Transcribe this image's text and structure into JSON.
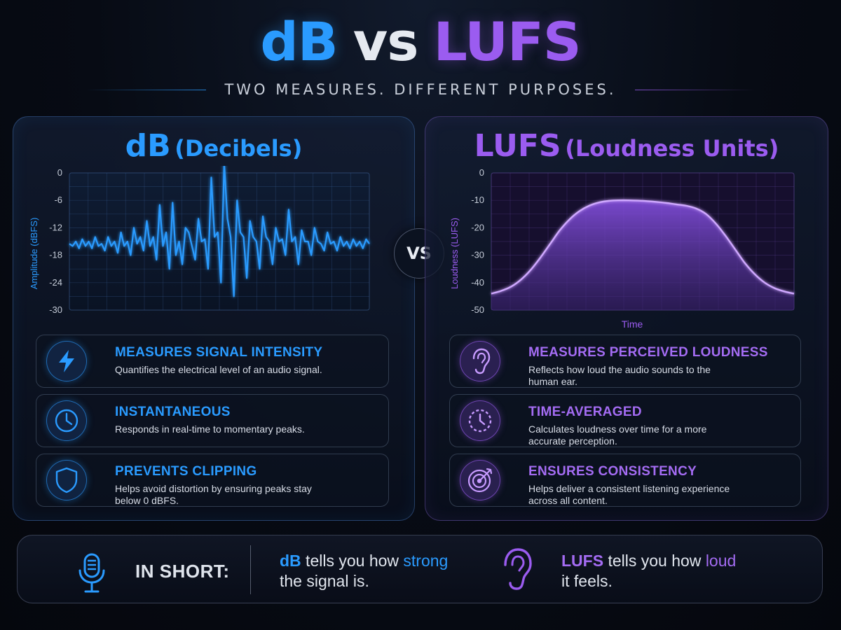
{
  "header": {
    "title_db": "dB",
    "title_vs": "vs",
    "title_lufs": "LUFS",
    "subtitle": "TWO MEASURES. DIFFERENT PURPOSES."
  },
  "colors": {
    "db_accent": "#2a9bff",
    "lufs_accent": "#9b5cf0",
    "background": "#070b14"
  },
  "vs_badge": "VS",
  "db_panel": {
    "title_main": "dB",
    "title_sub": "(Decibels)",
    "chart_data": {
      "type": "line",
      "ylabel": "Amplitude (dBFS)",
      "xlabel": "",
      "ylim": [
        -30,
        0
      ],
      "yticks": [
        0,
        -6,
        -12,
        -18,
        -24,
        -30
      ],
      "grid": true,
      "series": [
        {
          "values": [
            -15.5,
            -16,
            -15,
            -16.5,
            -14.5,
            -16,
            -15,
            -16.5,
            -14,
            -16,
            -15.5,
            -17,
            -14,
            -16,
            -15,
            -17.5,
            -13,
            -16,
            -15,
            -18,
            -12,
            -15.5,
            -14,
            -17,
            -10.5,
            -16,
            -14,
            -19,
            -7,
            -16,
            -13,
            -21,
            -6.5,
            -18,
            -15,
            -20,
            -12,
            -13,
            -16,
            -19,
            -10,
            -15,
            -14.5,
            -21,
            -1,
            -14,
            -13,
            -24,
            2,
            -10,
            -14,
            -27,
            -6,
            -13,
            -14,
            -23,
            -10.5,
            -14,
            -15,
            -21,
            -9.5,
            -14,
            -15,
            -20,
            -12,
            -15,
            -14.5,
            -18,
            -8,
            -15,
            -14,
            -20,
            -12.5,
            -15,
            -15,
            -18,
            -12,
            -15,
            -15.5,
            -17,
            -13,
            -15.5,
            -15,
            -17,
            -14,
            -16,
            -15,
            -16.5,
            -14.5,
            -16,
            -15,
            -16.5,
            -14.5,
            -15.5
          ]
        }
      ]
    },
    "cards": [
      {
        "icon": "lightning-icon",
        "title": "MEASURES SIGNAL INTENSITY",
        "desc": "Quantifies the electrical level of an audio signal."
      },
      {
        "icon": "clock-icon",
        "title": "INSTANTANEOUS",
        "desc": "Responds in real-time to momentary peaks."
      },
      {
        "icon": "shield-icon",
        "title": "PREVENTS CLIPPING",
        "desc": "Helps avoid distortion by ensuring peaks stay below 0 dBFS."
      }
    ]
  },
  "lufs_panel": {
    "title_main": "LUFS",
    "title_sub": "(Loudness Units)",
    "chart_data": {
      "type": "area",
      "ylabel": "Loudness (LUFS)",
      "xlabel": "Time",
      "ylim": [
        -50,
        0
      ],
      "yticks": [
        0,
        -10,
        -20,
        -30,
        -40,
        -50
      ],
      "grid": true,
      "series": [
        {
          "values": [
            -44,
            -43,
            -41.5,
            -39,
            -35.5,
            -31,
            -26,
            -21,
            -17,
            -14,
            -12,
            -10.8,
            -10.2,
            -10,
            -10,
            -10.1,
            -10.3,
            -10.6,
            -11,
            -11.5,
            -12,
            -13,
            -15,
            -18.5,
            -23,
            -28,
            -33,
            -37,
            -40,
            -42,
            -43.2,
            -44
          ]
        }
      ]
    },
    "cards": [
      {
        "icon": "ear-icon",
        "title": "MEASURES PERCEIVED LOUDNESS",
        "desc": "Reflects how loud the audio sounds to the human ear."
      },
      {
        "icon": "stopwatch-icon",
        "title": "TIME-AVERAGED",
        "desc": "Calculates loudness over time for a more accurate perception."
      },
      {
        "icon": "target-icon",
        "title": "ENSURES CONSISTENCY",
        "desc": "Helps deliver a consistent listening experience across all content."
      }
    ]
  },
  "summary": {
    "label": "IN SHORT:",
    "db": {
      "term": "dB",
      "pre": " tells you how ",
      "highlight": "strong",
      "post": " the signal is."
    },
    "lufs": {
      "term": "LUFS",
      "pre": " tells you how ",
      "highlight": "loud",
      "post": " it feels."
    }
  }
}
